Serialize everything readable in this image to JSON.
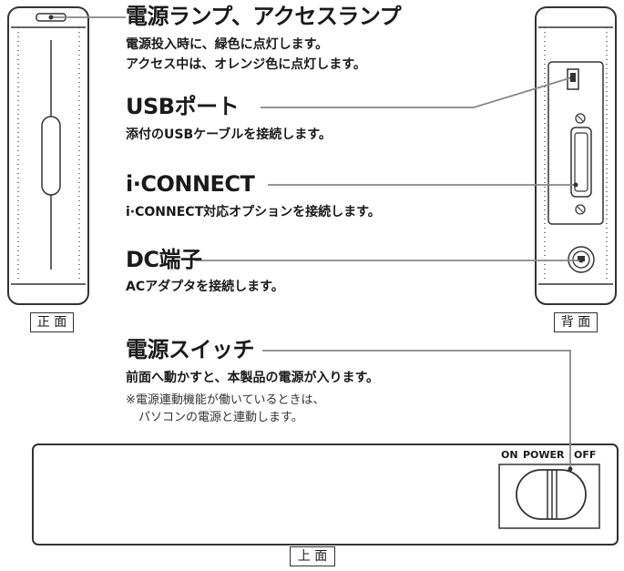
{
  "callouts": [
    {
      "title": "電源ランプ、アクセスランプ",
      "desc": [
        "電源投入時に、緑色に点灯します。",
        "アクセス中は、オレンジ色に点灯します。"
      ]
    },
    {
      "title": "USBポート",
      "desc": [
        "添付のUSBケーブルを接続します。"
      ]
    },
    {
      "title": "i·CONNECT",
      "desc": [
        "i·CONNECT対応オプションを接続します。"
      ]
    },
    {
      "title": "DC端子",
      "desc": [
        "ACアダプタを接続します。"
      ]
    },
    {
      "title": "電源スイッチ",
      "desc": [
        "前面へ動かすと、本製品の電源が入ります。"
      ],
      "note": [
        "※電源連動機能が働いているときは、",
        "パソコンの電源と連動します。"
      ]
    }
  ],
  "view_labels": {
    "front": "正 面",
    "back": "背 面",
    "top": "上 面"
  },
  "switch_labels": {
    "on": "ON",
    "power": "POWER",
    "off": "OFF"
  },
  "colors": {
    "line": "#333333",
    "leader": "#888888",
    "text": "#1a1a1a"
  }
}
